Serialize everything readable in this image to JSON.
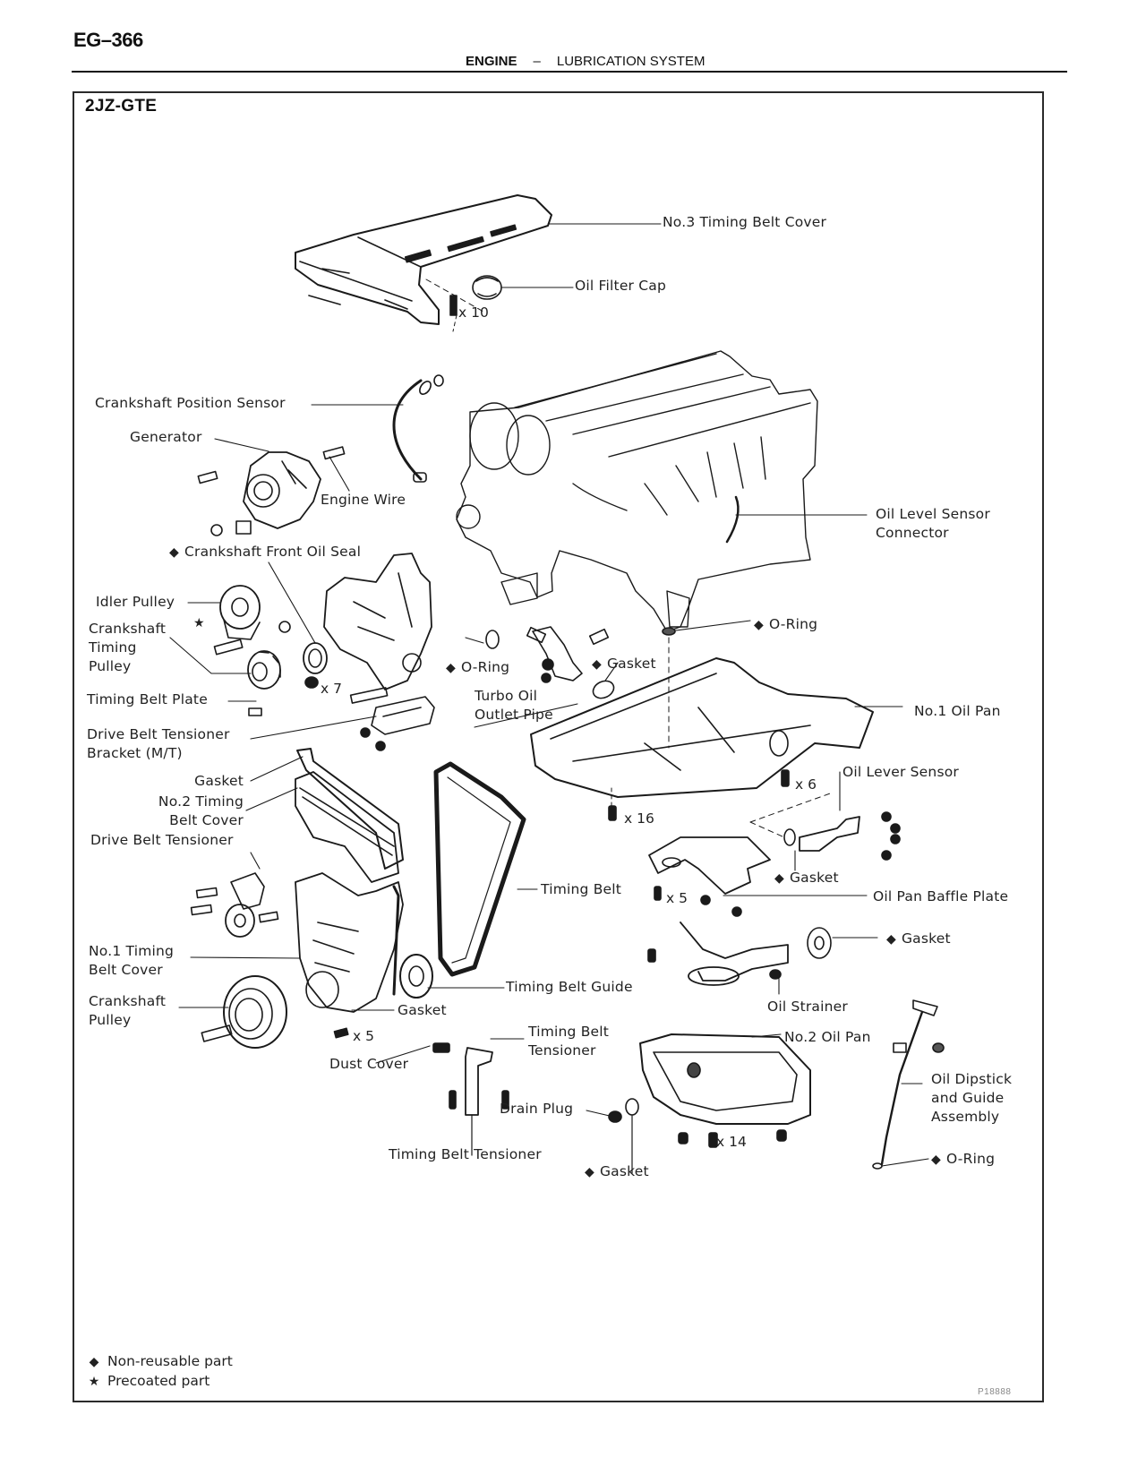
{
  "page": {
    "page_number": "EG–366",
    "section_main": "ENGINE",
    "section_separator": "–",
    "section_sub": "LUBRICATION SYSTEM"
  },
  "figure": {
    "engine_code": "2JZ-GTE",
    "figure_code": "P18888",
    "symbols": {
      "non_reusable": "◆",
      "precoated": "★"
    },
    "labels": {
      "no3_timing_belt_cover": "No.3 Timing Belt Cover",
      "oil_filter_cap": "Oil Filter Cap",
      "crankshaft_position_sensor": "Crankshaft Position Sensor",
      "generator": "Generator",
      "engine_wire": "Engine Wire",
      "crankshaft_front_oil_seal": "Crankshaft Front Oil Seal",
      "idler_pulley": "Idler Pulley",
      "crankshaft_timing_pulley": "Crankshaft Timing Pulley",
      "crankshaft_timing_pulley_lines": [
        "Crankshaft",
        "Timing",
        "Pulley"
      ],
      "timing_belt_plate": "Timing Belt Plate",
      "drive_belt_tensioner_bracket_lines": [
        "Drive Belt Tensioner",
        "Bracket (M/T)"
      ],
      "gasket_no2_cover": "Gasket",
      "no2_timing_belt_cover_lines": [
        "No.2 Timing",
        "Belt Cover"
      ],
      "drive_belt_tensioner": "Drive Belt Tensioner",
      "no1_timing_belt_cover_lines": [
        "No.1 Timing",
        "Belt Cover"
      ],
      "crankshaft_pulley_lines": [
        "Crankshaft",
        "Pulley"
      ],
      "gasket_no1_cover": "Gasket",
      "dust_cover": "Dust Cover",
      "timing_belt_tensioner_upper_lines": [
        "Timing Belt",
        "Tensioner"
      ],
      "timing_belt_tensioner_lower": "Timing Belt Tensioner",
      "timing_belt": "Timing Belt",
      "timing_belt_guide": "Timing Belt Guide",
      "o_ring_oil_pump": "O-Ring",
      "turbo_oil_outlet_pipe_lines": [
        "Turbo Oil",
        "Outlet Pipe"
      ],
      "gasket_turbo": "Gasket",
      "o_ring_oil_pan": "O-Ring",
      "oil_level_sensor_connector_lines": [
        "Oil Level Sensor",
        "Connector"
      ],
      "no1_oil_pan": "No.1 Oil Pan",
      "oil_lever_sensor": "Oil Lever Sensor",
      "gasket_sensor": "Gasket",
      "oil_pan_baffle_plate": "Oil Pan Baffle Plate",
      "gasket_strainer": "Gasket",
      "oil_strainer": "Oil Strainer",
      "no2_oil_pan": "No.2 Oil Pan",
      "oil_dipstick_lines": [
        "Oil Dipstick",
        "and Guide",
        "Assembly"
      ],
      "o_ring_dipstick": "O-Ring",
      "drain_plug": "Drain Plug",
      "gasket_drain": "Gasket"
    },
    "quantities": {
      "cover_bolts": "x 10",
      "oil_pump_bolts": "x 7",
      "oil_pan_bolts_6": "x 6",
      "oil_pan_bolts_16": "x 16",
      "baffle_nuts": "x 5",
      "timing_cover_bolts": "x 5",
      "no2_oil_pan_bolts": "x 14"
    },
    "legend": [
      {
        "symbol": "◆",
        "text": "Non-reusable part"
      },
      {
        "symbol": "★",
        "text": "Precoated part"
      }
    ]
  }
}
